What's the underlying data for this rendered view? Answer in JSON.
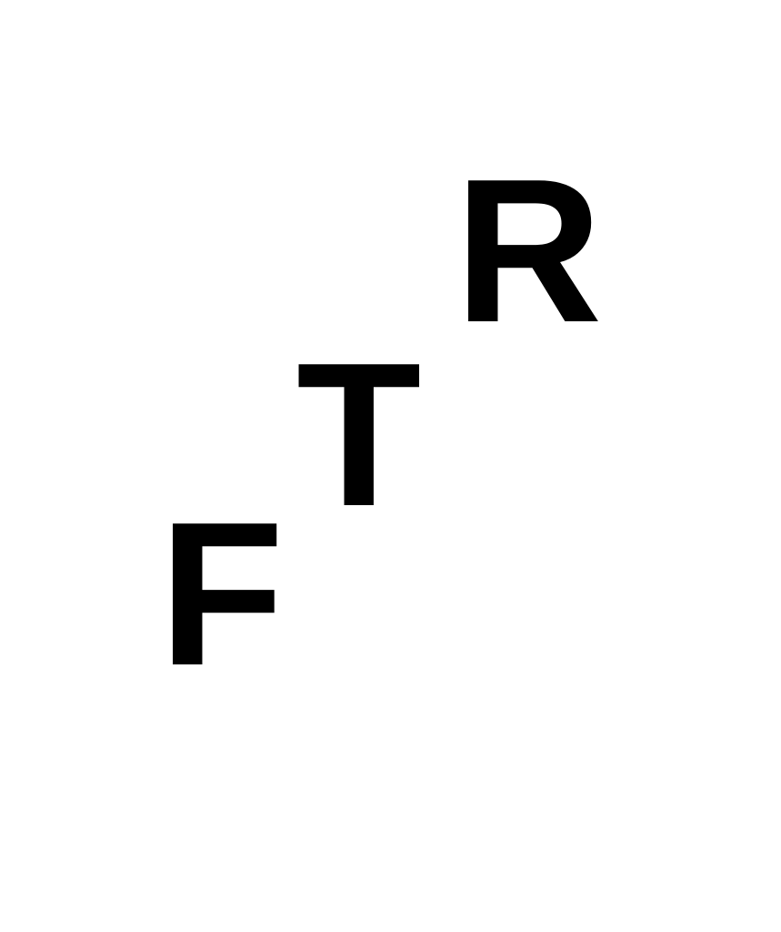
{
  "letters": {
    "r": "R",
    "t": "T",
    "f": "F"
  },
  "colors": {
    "background": "#ffffff",
    "text": "#000000"
  }
}
